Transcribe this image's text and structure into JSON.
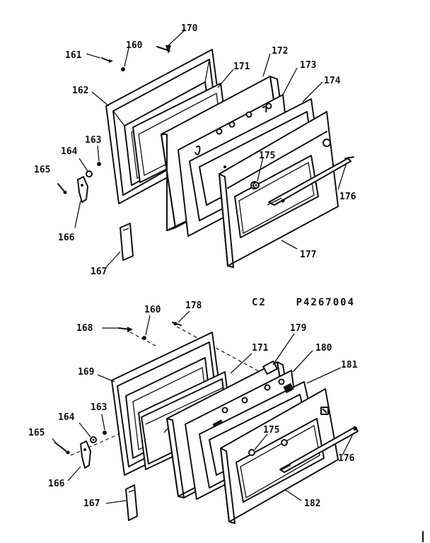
{
  "diagram": {
    "caption": "C2    P4267004",
    "upper_labels": {
      "p160": "160",
      "p161": "161",
      "p162": "162",
      "p163": "163",
      "p164": "164",
      "p165": "165",
      "p166": "166",
      "p167": "167",
      "p170": "170",
      "p171": "171",
      "p172": "172",
      "p173": "173",
      "p174": "174",
      "p175": "175",
      "p176": "176",
      "p177": "177"
    },
    "lower_labels": {
      "p160": "160",
      "p163": "163",
      "p164": "164",
      "p165": "165",
      "p166": "166",
      "p167": "167",
      "p168": "168",
      "p169": "169",
      "p171": "171",
      "p175": "175",
      "p176": "176",
      "p178": "178",
      "p179": "179",
      "p180": "180",
      "p181": "181",
      "p182": "182"
    }
  }
}
